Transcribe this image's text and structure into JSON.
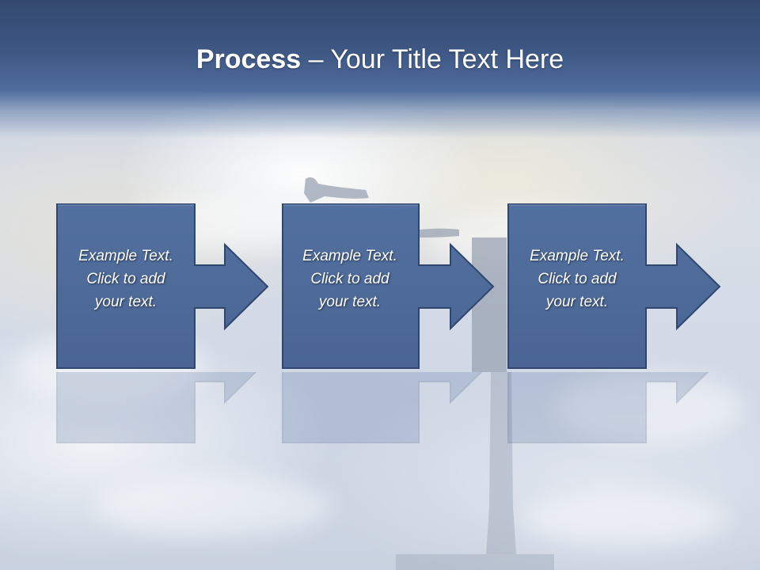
{
  "slide": {
    "title_bold": "Process",
    "title_rest": " – Your Title Text Here"
  },
  "steps": [
    {
      "lines": [
        "Example Text.",
        "Click  to add",
        "your text."
      ]
    },
    {
      "lines": [
        "Example Text.",
        "Click  to add",
        "your text."
      ]
    },
    {
      "lines": [
        "Example Text.",
        "Click  to add",
        "your text."
      ]
    }
  ],
  "colors": {
    "header": "#3d5682",
    "box_fill": "#4e6a9b",
    "box_border": "#2f476f",
    "text": "#ffffff"
  }
}
